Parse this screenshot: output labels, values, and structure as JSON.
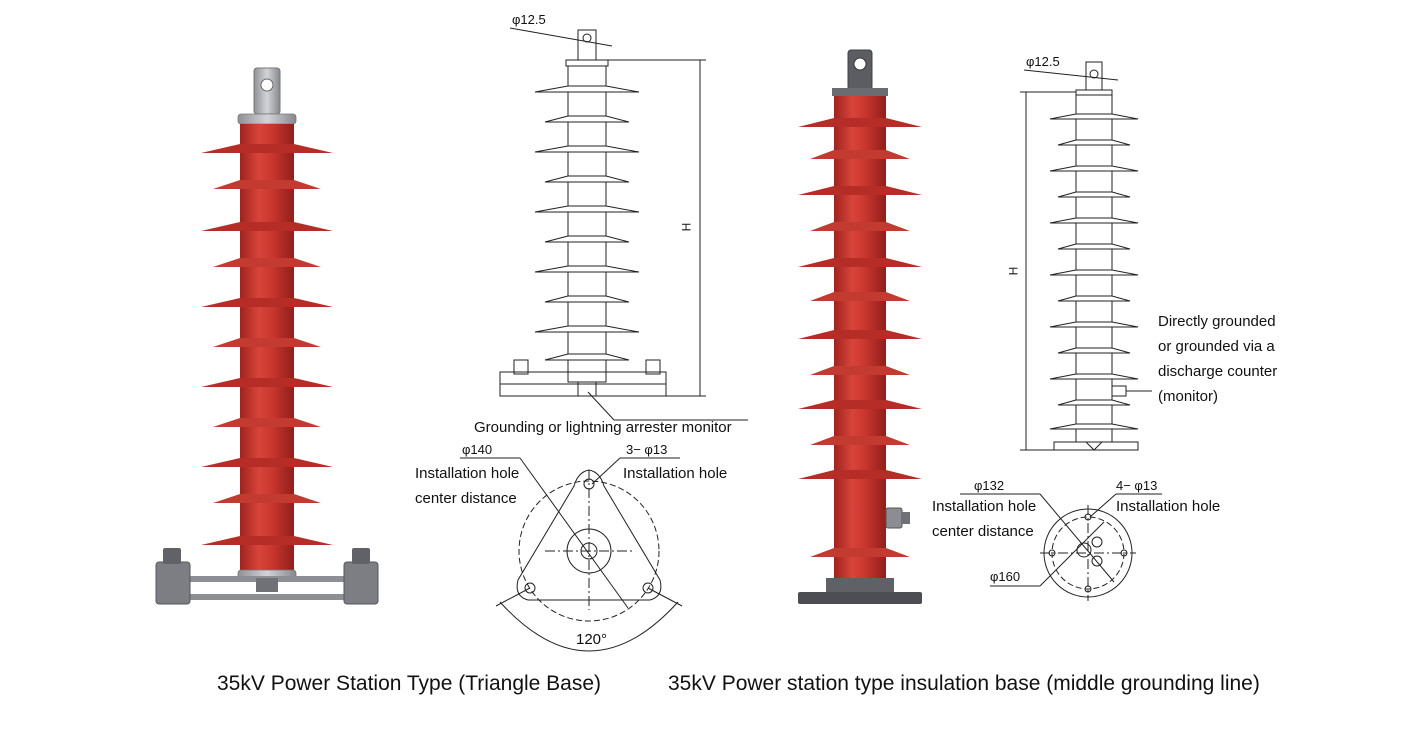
{
  "left": {
    "caption": "35kV Power Station Type (Triangle Base)",
    "drawing": {
      "dia_top": "φ12.5",
      "height_label": "H",
      "monitor_label": "Grounding or lightning arrester monitor"
    },
    "base": {
      "dia_label": "φ140",
      "center_label_1": "Installation hole",
      "center_label_2": "center distance",
      "holes_label": "3− φ13",
      "holes_sub": "Installation hole",
      "angle_label": "120°"
    }
  },
  "right": {
    "caption": "35kV Power station type insulation base (middle grounding line)",
    "drawing": {
      "dia_top": "φ12.5",
      "height_label": "H",
      "ground_note": [
        "Directly grounded",
        "or grounded via a",
        "discharge counter",
        "(monitor)"
      ]
    },
    "base": {
      "dia_label": "φ132",
      "center_label_1": "Installation hole",
      "center_label_2": "center distance",
      "holes_label": "4− φ13",
      "holes_sub": "Installation hole",
      "outer_dia": "φ160"
    }
  },
  "colors": {
    "insulator_red": "#c8362e",
    "metal_grey": "#a9abb0",
    "base_dark": "#55585e",
    "line": "#222222"
  }
}
